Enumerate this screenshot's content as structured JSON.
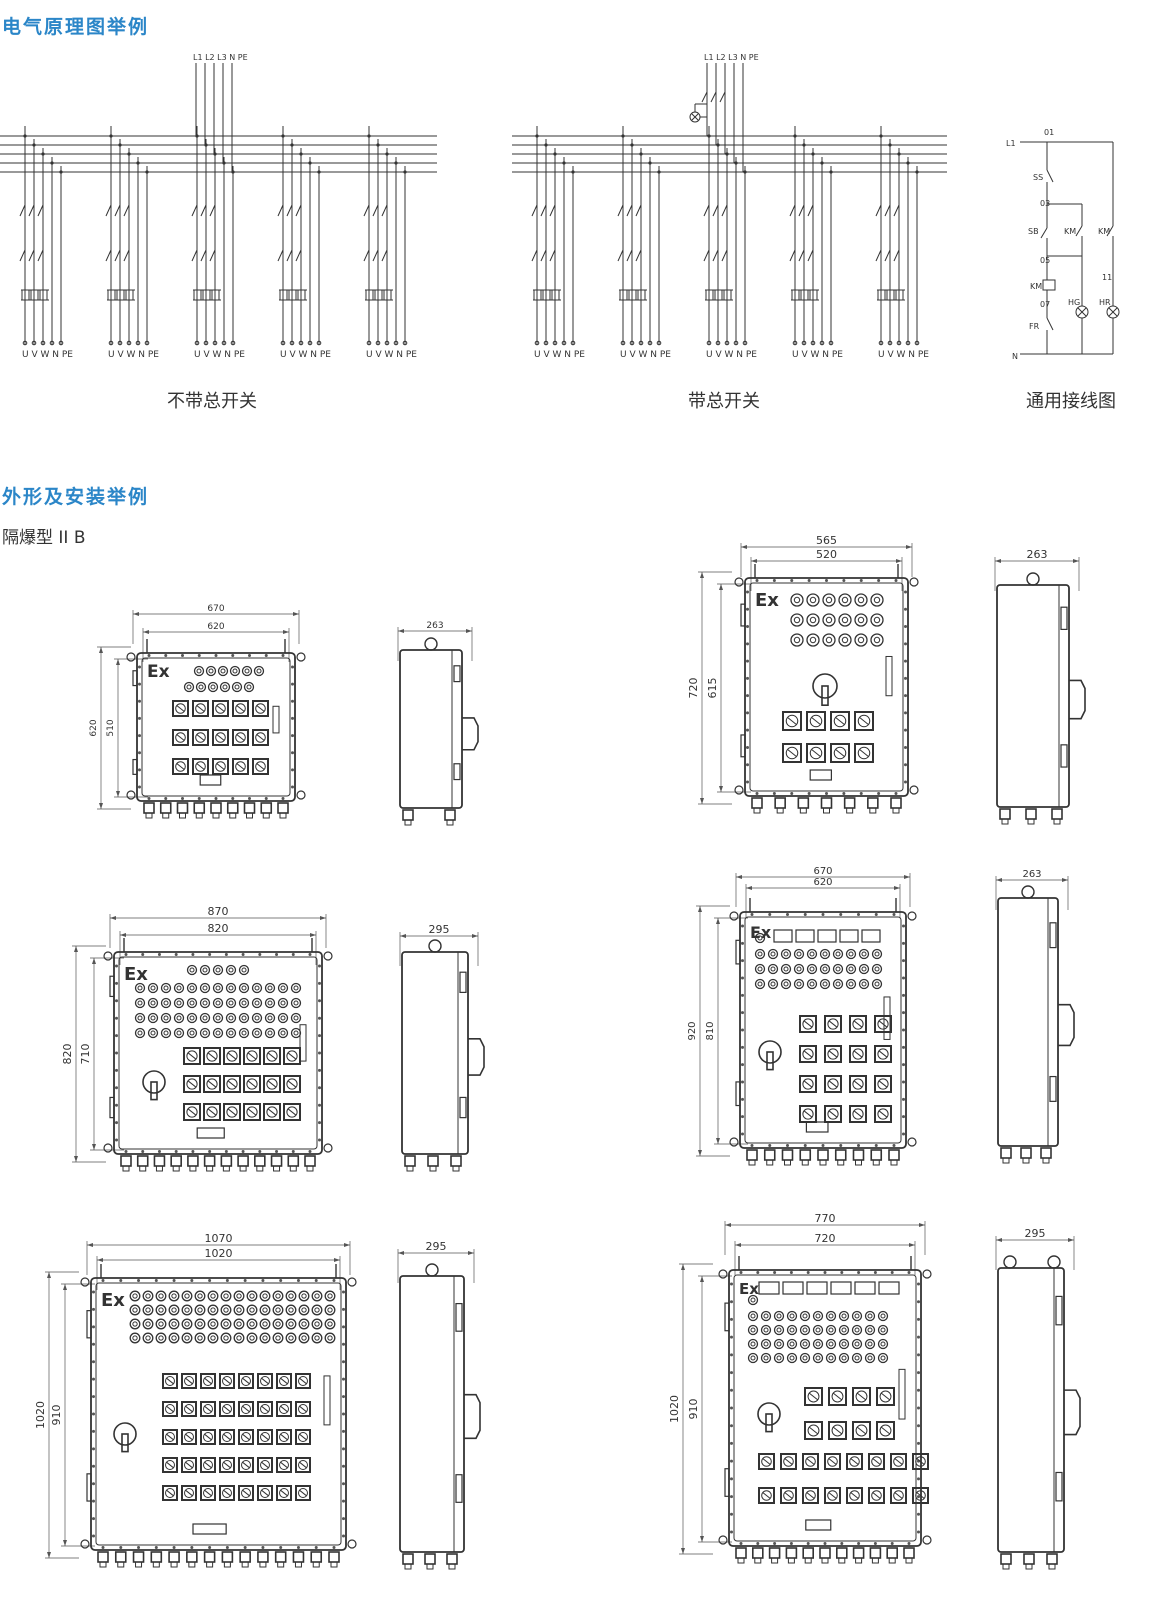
{
  "sections": {
    "electrical": "电气原理图举例",
    "outline": "外形及安装举例",
    "outline_sub": "隔爆型 II B"
  },
  "captions": {
    "no_main": "不带总开关",
    "with_main": "带总开关",
    "general": "通用接线图"
  },
  "bus_labels": "L1 L2 L3 N PE",
  "terminal_labels": "U V W N PE",
  "control": {
    "L1": "L1",
    "N": "N",
    "n01": "01",
    "n03": "03",
    "n05": "05",
    "n07": "07",
    "n11": "11",
    "SS": "SS",
    "SB": "SB",
    "KM": "KM",
    "FR": "FR",
    "HG": "HG",
    "HR": "HR"
  },
  "ex_mark": "Ex",
  "boxes": [
    {
      "outer_w": "670",
      "inner_w": "620",
      "outer_h": "620",
      "inner_h": "510",
      "side_d": "263"
    },
    {
      "outer_w": "870",
      "inner_w": "820",
      "outer_h": "820",
      "inner_h": "710",
      "side_d": "295"
    },
    {
      "outer_w": "1070",
      "inner_w": "1020",
      "outer_h": "1020",
      "inner_h": "910",
      "side_d": "295"
    },
    {
      "outer_w": "565",
      "inner_w": "520",
      "outer_h": "720",
      "inner_h": "615",
      "side_d": "263"
    },
    {
      "outer_w": "670",
      "inner_w": "620",
      "outer_h": "920",
      "inner_h": "810",
      "side_d": "263"
    },
    {
      "outer_w": "770",
      "inner_w": "720",
      "outer_h": "1020",
      "inner_h": "910",
      "side_d": "295"
    }
  ]
}
